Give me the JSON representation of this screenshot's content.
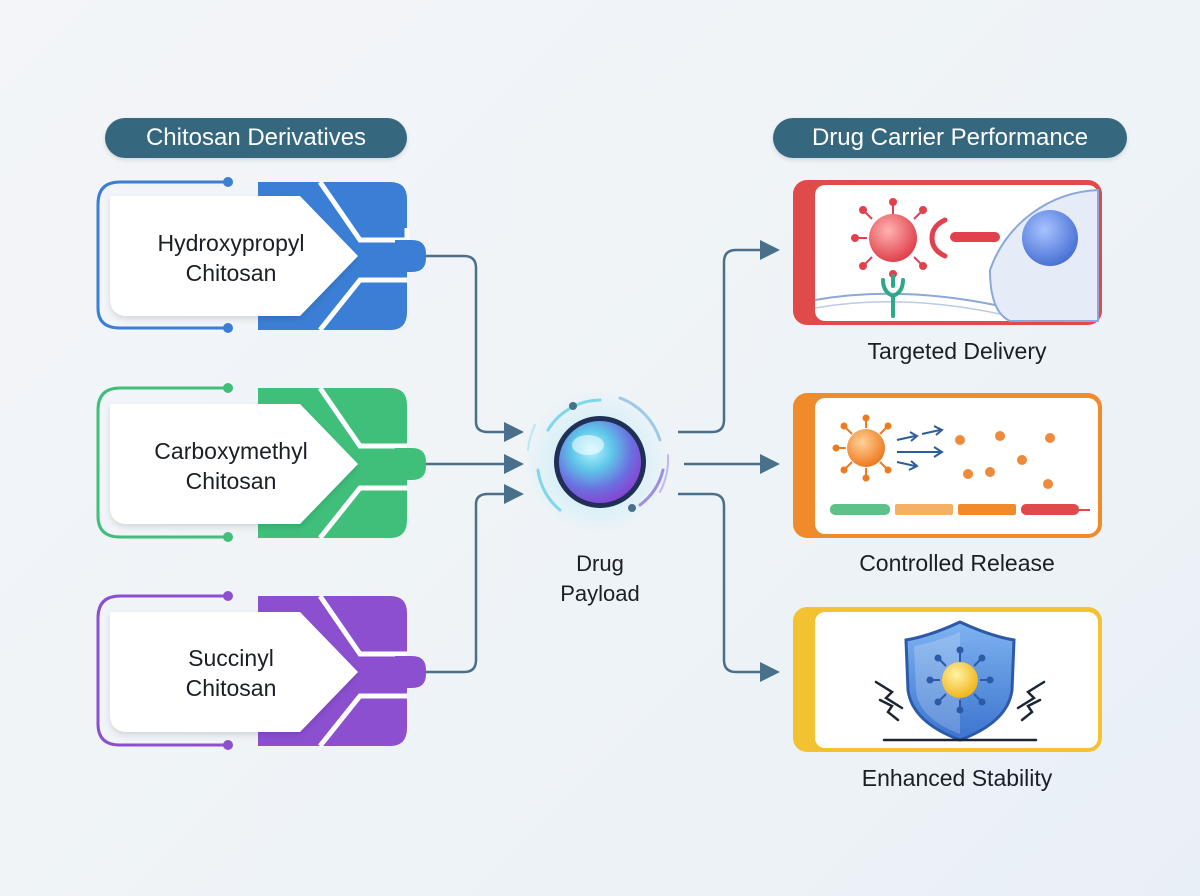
{
  "headers": {
    "left": "Chitosan Derivatives",
    "right": "Drug Carrier Performance"
  },
  "derivatives": [
    {
      "line1": "Hydroxypropyl",
      "line2": "Chitosan",
      "color": "#3a7fd5"
    },
    {
      "line1": "Carboxymethyl",
      "line2": "Chitosan",
      "color": "#3fbf7a"
    },
    {
      "line1": "Succinyl",
      "line2": "Chitosan",
      "color": "#8b4fd0"
    }
  ],
  "center": {
    "line1": "Drug",
    "line2": "Payload"
  },
  "performance": [
    {
      "label": "Targeted Delivery",
      "color": "#e04a4a",
      "icon": "virus-receptor-icon"
    },
    {
      "label": "Controlled Release",
      "color": "#f08a2a",
      "icon": "release-particles-icon"
    },
    {
      "label": "Enhanced Stability",
      "color": "#f2c230",
      "icon": "shield-icon"
    }
  ],
  "colors": {
    "header_bg": "#35687f",
    "connector": "#4a6f8a"
  }
}
